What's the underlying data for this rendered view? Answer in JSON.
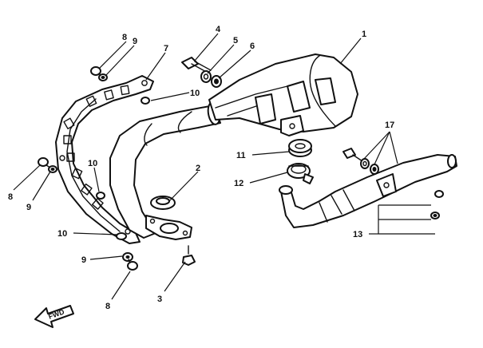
{
  "diagram": {
    "callouts": {
      "c1": "1",
      "c2": "2",
      "c3": "3",
      "c4": "4",
      "c5": "5",
      "c6": "6",
      "c7": "7",
      "c8_top": "8",
      "c9_top": "9",
      "c10_top": "10",
      "c8_left": "8",
      "c9_left": "9",
      "c10_mid": "10",
      "c10_low": "10",
      "c9_low": "9",
      "c8_low": "8",
      "c11": "11",
      "c12": "12",
      "c13": "13",
      "c17": "17"
    },
    "fwd_label": "FWD"
  }
}
